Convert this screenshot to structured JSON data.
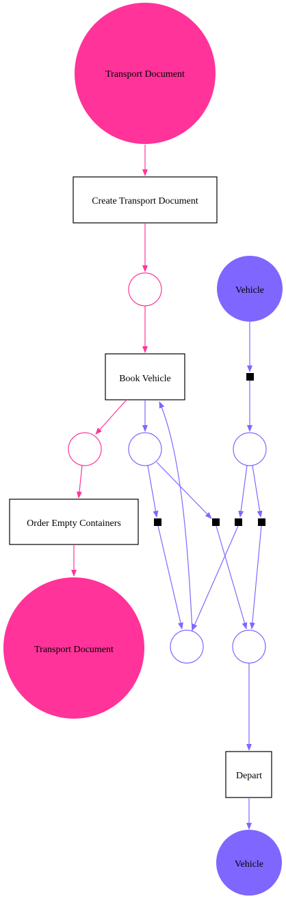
{
  "colors": {
    "pink": "#FF3399",
    "purple": "#7F66FF",
    "black": "#000000",
    "white": "#FFFFFF"
  },
  "nodes": {
    "pink_source": {
      "label": "Transport Document"
    },
    "create_td": {
      "label": "Create Transport Document"
    },
    "book_vehicle": {
      "label": "Book Vehicle"
    },
    "order_empty": {
      "label": "Order Empty Containers"
    },
    "pink_sink": {
      "label": "Transport Document"
    },
    "vehicle_source": {
      "label": "Vehicle"
    },
    "depart": {
      "label": "Depart"
    },
    "vehicle_sink": {
      "label": "Vehicle"
    }
  }
}
